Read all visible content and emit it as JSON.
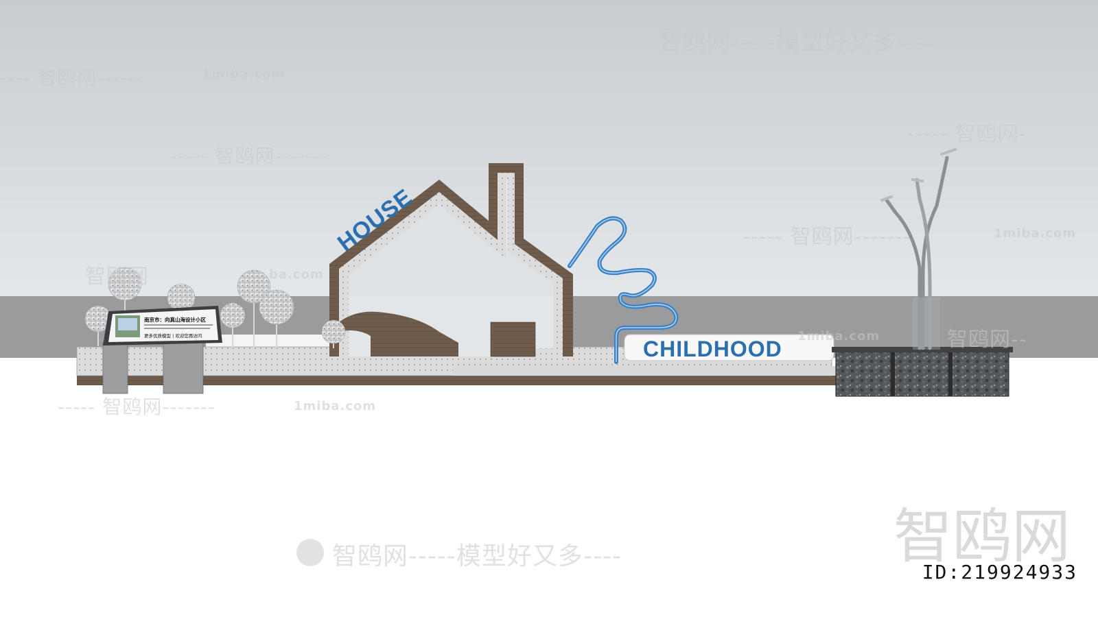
{
  "scene": {
    "house_word": "HOUSE",
    "childhood_word": "CHILDHOOD",
    "sign_title": "南京市：向真山海设计小区",
    "sign_footer": "更多优质模型 | 欢迎您再访问"
  },
  "watermarks": {
    "top_center": "智鸥网-----模型好又多----",
    "top_left": "---- 智鸥网------",
    "top_left_url": "1miba.com",
    "mid_left": "----- 智鸥网-------",
    "right_upper": "----- 智鸥网-",
    "right_mid": "----- 智鸥网-------",
    "right_mid_url": "1miba.com",
    "left_trees": "智鸥网",
    "left_trees_url": "ba.com",
    "lower_left": "----- 智鸥网-------",
    "lower_left_url": "1miba.com",
    "childhood_url": "1miba.com",
    "right_planter": "智鸥网--",
    "bottom_center": "智鸥网-----模型好又多----",
    "big_logo": "智鸥网",
    "id_label": "ID:219924933"
  },
  "colors": {
    "sky_top": "#c9ced3",
    "sky_bottom": "#e2e5e8",
    "road": "#9a9b9c",
    "wood": "#6e5b4b",
    "accent_blue": "#2c6fae",
    "stone": "#4d4f50"
  }
}
